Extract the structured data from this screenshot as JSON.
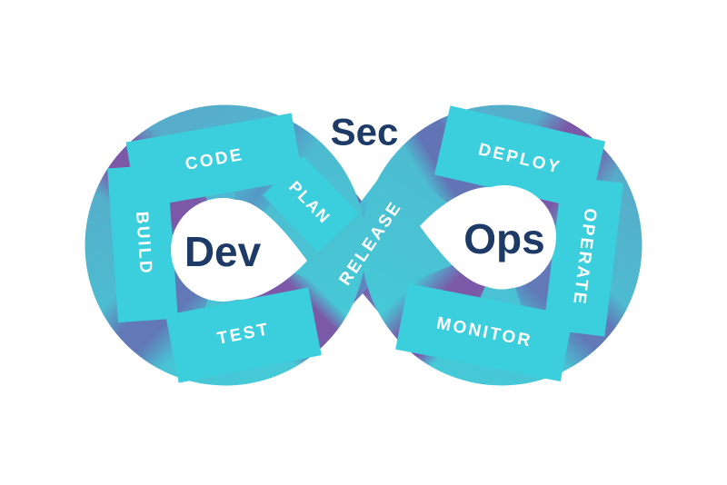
{
  "diagram": {
    "title_top": "Sec",
    "left_core": "Dev",
    "right_core": "Ops",
    "stages": {
      "plan": "PLAN",
      "code": "CODE",
      "build": "BUILD",
      "test": "TEST",
      "release": "RELEASE",
      "deploy": "DEPLOY",
      "operate": "OPERATE",
      "monitor": "MONITOR"
    },
    "colors": {
      "navy": "#1e3a66",
      "label_white": "#ffffff",
      "segment_teal": "#3bcedc",
      "ring_teal": "#48c3d4",
      "ring_blue": "#57abc9",
      "purple": "#7b58a8",
      "blue_purple": "#6470b4",
      "steel_blue": "#5595c5",
      "background": "#ffffff"
    }
  }
}
